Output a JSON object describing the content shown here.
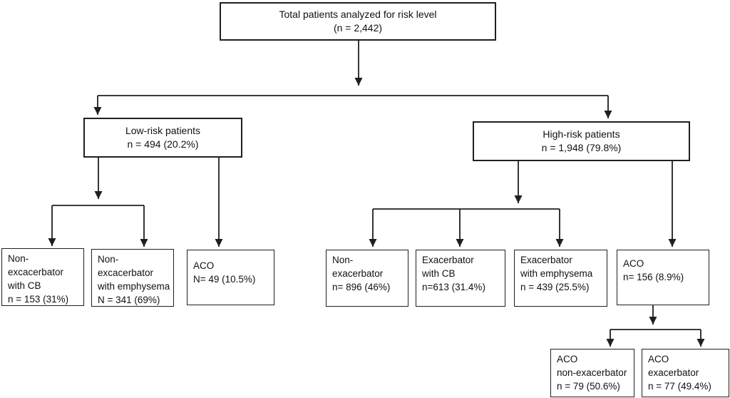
{
  "figure": {
    "description": "Flowchart of patients analyzed for risk level",
    "colors": {
      "ink": "#1f1f1f",
      "background": "#ffffff"
    },
    "nodes": {
      "total": {
        "lines": [
          "Total patients analyzed for risk level",
          "(n = 2,442)"
        ]
      },
      "low_risk": {
        "lines": [
          "Low-risk patients",
          "n = 494 (20.2%)"
        ]
      },
      "high_risk": {
        "lines": [
          "High-risk patients",
          "n = 1,948 (79.8%)"
        ]
      },
      "low_non_exacerbator_cb": {
        "lines": [
          "Non-",
          "excacerbator",
          "with CB",
          "n = 153 (31%)"
        ]
      },
      "low_non_exacerbator_emphysema": {
        "lines": [
          "Non-",
          "excacerbator",
          "with emphysema",
          "N = 341 (69%)"
        ]
      },
      "low_aco": {
        "lines": [
          "ACO",
          "N= 49 (10.5%)"
        ]
      },
      "high_non_exacerbator": {
        "lines": [
          "Non-",
          "exacerbator",
          "n= 896 (46%)"
        ]
      },
      "high_exacerbator_cb": {
        "lines": [
          "Exacerbator",
          "with CB",
          "n=613 (31.4%)"
        ]
      },
      "high_exacerbator_emphysema": {
        "lines": [
          "Exacerbator",
          "with emphysema",
          "n = 439 (25.5%)"
        ]
      },
      "high_aco": {
        "lines": [
          "ACO",
          "n= 156 (8.9%)"
        ]
      },
      "aco_non_exacerbator": {
        "lines": [
          "ACO",
          "non-exacerbator",
          "n = 79 (50.6%)"
        ]
      },
      "aco_exacerbator": {
        "lines": [
          "ACO",
          "exacerbator",
          "n = 77 (49.4%)"
        ]
      }
    }
  }
}
